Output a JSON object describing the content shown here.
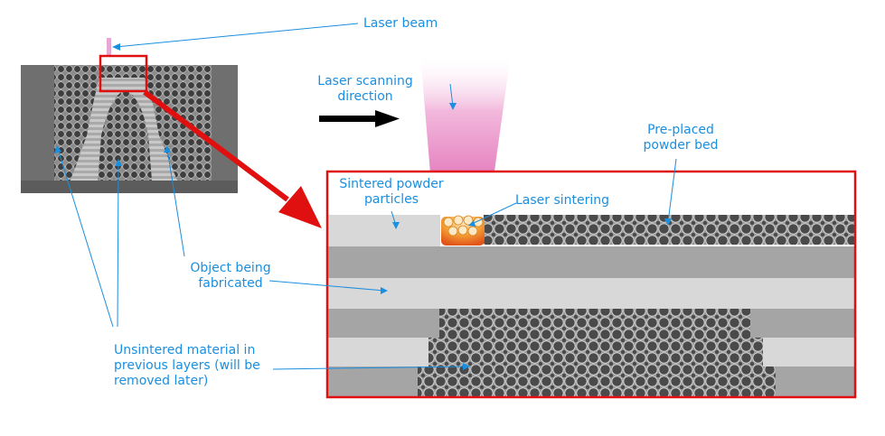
{
  "colors": {
    "label": "#1a8fe0",
    "callout": "#e01010",
    "layer_light": "#d9d9d9",
    "layer_dark": "#a6a6a6",
    "particle": "#4a4a4a",
    "beam": "#e26bb6",
    "sinter": "#f08a1c"
  },
  "labels": {
    "laser_beam": "Laser beam",
    "scan_direction": [
      "Laser scanning",
      "direction"
    ],
    "preplaced_bed": [
      "Pre-placed",
      "powder bed"
    ],
    "sintered_particles": [
      "Sintered powder",
      "particles"
    ],
    "laser_sintering": "Laser sintering",
    "object": [
      "Object being",
      "fabricated"
    ],
    "unsintered": [
      "Unsintered material in",
      "previous layers (will be",
      "removed later)"
    ]
  },
  "icons": {
    "scan_arrow": "right-arrow-icon",
    "zoom_arrow": "zoom-callout-arrow"
  }
}
